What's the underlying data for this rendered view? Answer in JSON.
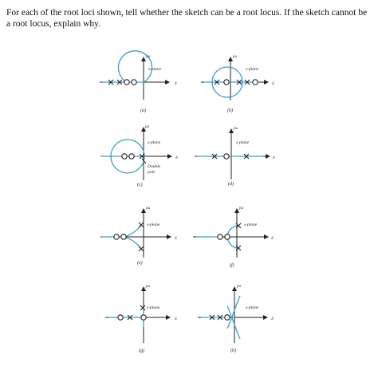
{
  "question": "For each of the root loci shown, tell whether the sketch can be a root locus. If the sketch cannot be a root locus, explain why.",
  "axis": {
    "imag_label": "jω",
    "real_label": "δ",
    "plane_label": "s-plane"
  },
  "annotations": {
    "double_pole_line1": "Double",
    "double_pole_line2": "pole"
  },
  "figures": [
    {
      "caption": "(a)"
    },
    {
      "caption": "(b)"
    },
    {
      "caption": "(c)"
    },
    {
      "caption": "(d)"
    },
    {
      "caption": "(e)"
    },
    {
      "caption": "(f)"
    },
    {
      "caption": "(g)"
    },
    {
      "caption": "(h)"
    }
  ],
  "colors": {
    "locus": "#3b9fd1",
    "axis": "#222222"
  }
}
